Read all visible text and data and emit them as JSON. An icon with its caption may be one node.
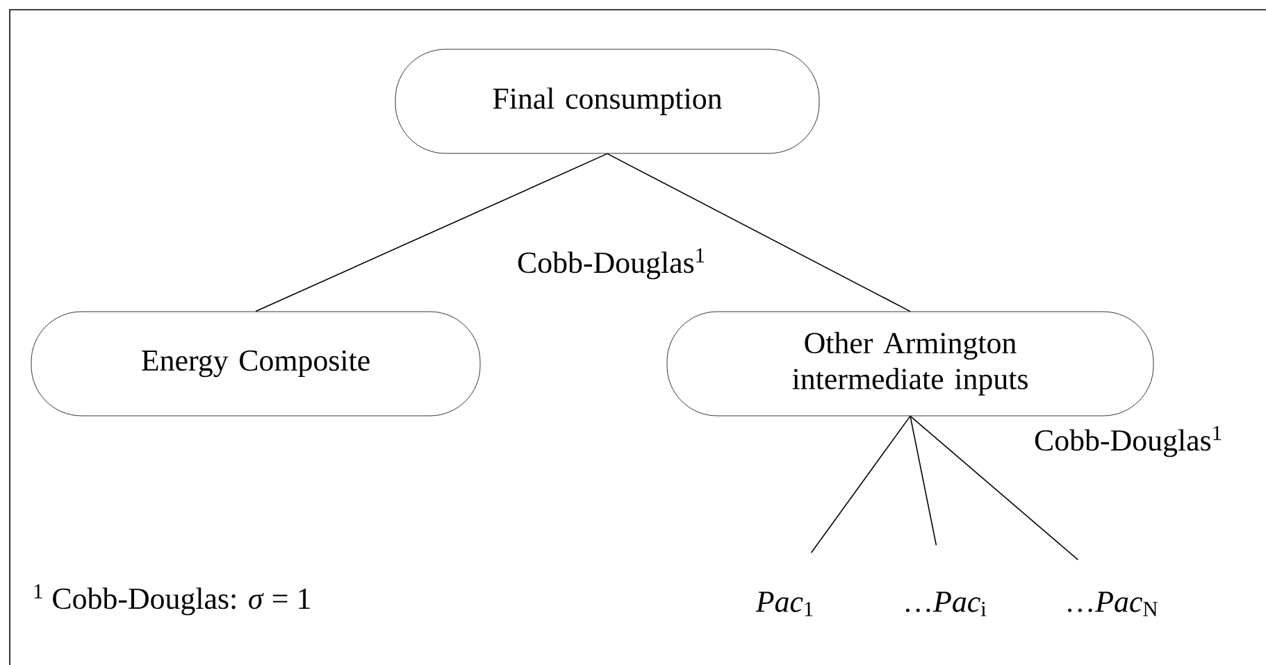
{
  "diagram": {
    "nodes": [
      {
        "text": [
          "Final consumption"
        ]
      },
      {
        "text": [
          "Energy Composite"
        ]
      },
      {
        "text": [
          "Other Armington intermediate inputs"
        ]
      },
      {
        "text": [
          "*Pac*$_{1}$"
        ]
      },
      {
        "text": [
          "…*Pac*$_{i}$"
        ]
      },
      {
        "text": [
          "…*Pac*$_{N}$"
        ]
      }
    ],
    "edges": [
      {
        "from": 0,
        "to": 1,
        "arrow": "none"
      },
      {
        "from": 0,
        "to": 2,
        "arrow": "none",
        "label": "Cobb-Douglas$^{1}$"
      },
      {
        "from": 2,
        "to": 3,
        "arrow": "none"
      },
      {
        "from": 2,
        "to": 4,
        "arrow": "none"
      },
      {
        "from": 2,
        "to": 5,
        "arrow": "none",
        "label": "Cobb-Douglas$^{1}$"
      }
    ],
    "labels": [
      "$^{1}$ Cobb-Douglas: *σ* = 1"
    ]
  }
}
